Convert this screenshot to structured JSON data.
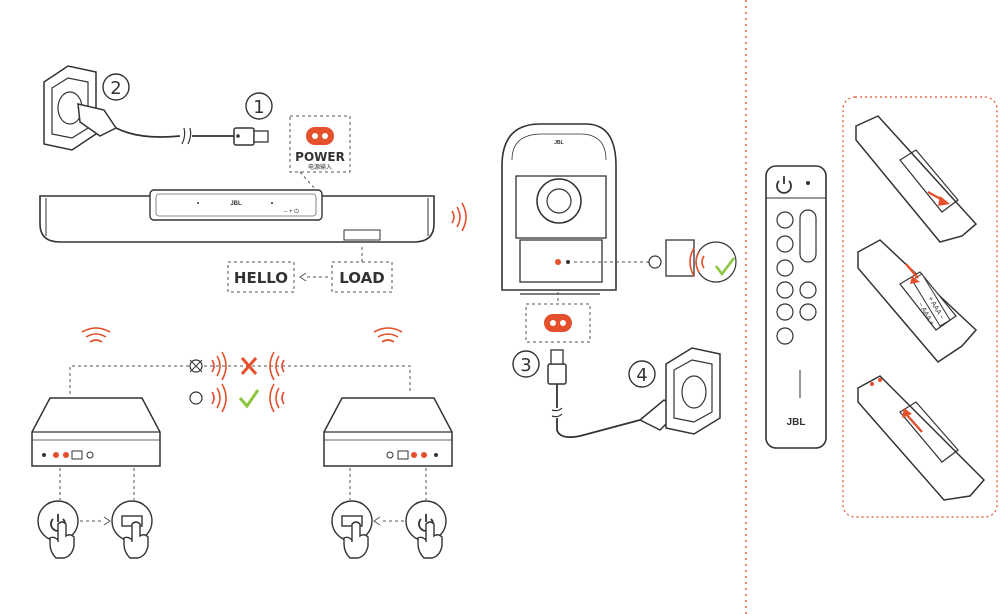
{
  "steps": {
    "s1": "1",
    "s2": "2",
    "s3": "3",
    "s4": "4"
  },
  "soundbar": {
    "power_label": "POWER",
    "power_sublabel": "电源输入",
    "logo": "JBL",
    "display_load": "LOAD",
    "display_hello": "HELLO"
  },
  "subwoofer": {
    "logo": "JBL"
  },
  "remote": {
    "logo": "JBL",
    "battery_label_1": "+ AAA −",
    "battery_label_2": "− AAA +"
  },
  "colors": {
    "accent": "#e4502b",
    "ok": "#8cc63f",
    "line": "#3a3a3a",
    "divider": "#e4502b"
  },
  "icons": {
    "power": "power-icon",
    "hdmi": "hdmi-port-icon",
    "cross": "cross-icon",
    "check": "check-icon",
    "wave": "wireless-wave-icon"
  }
}
